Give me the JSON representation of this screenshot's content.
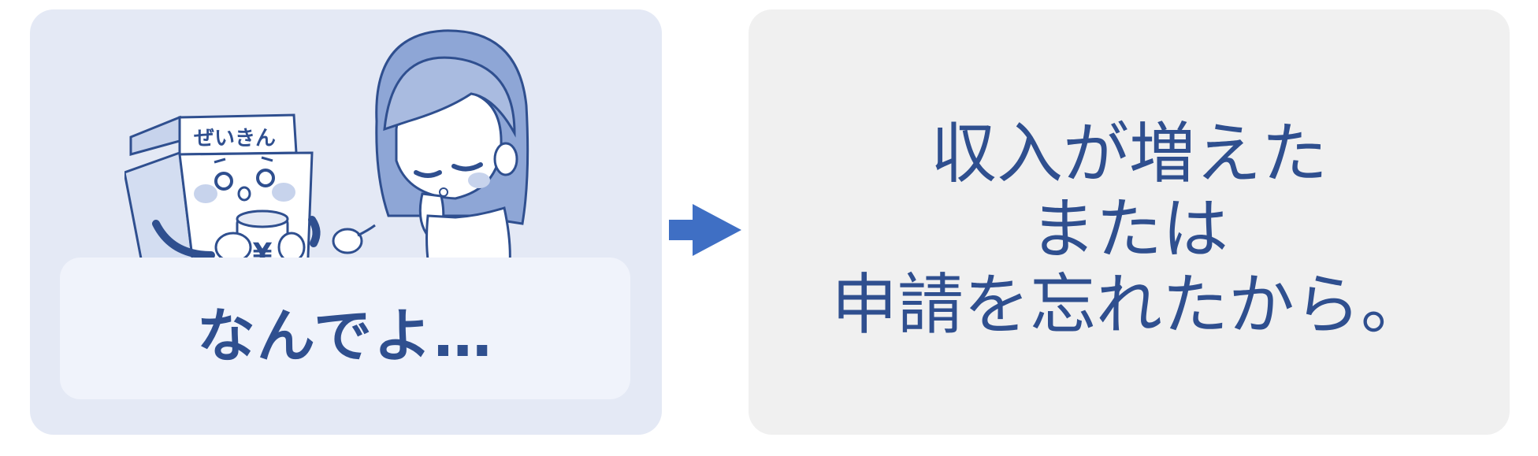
{
  "left_panel": {
    "box_label": "ぜいきん",
    "yen_symbol": "¥",
    "caption": "なんでよ…"
  },
  "right_panel": {
    "lines": [
      "収入が増えた",
      "または",
      "申請を忘れたから。"
    ]
  },
  "colors": {
    "accent": "#3f6fc4",
    "text": "#2f4f8f",
    "left_bg": "#e4e9f5",
    "right_bg": "#f0f0f0"
  },
  "icons": [
    "tax-box-character",
    "sighing-woman",
    "sigh-bubble",
    "arrow-right-icon"
  ]
}
